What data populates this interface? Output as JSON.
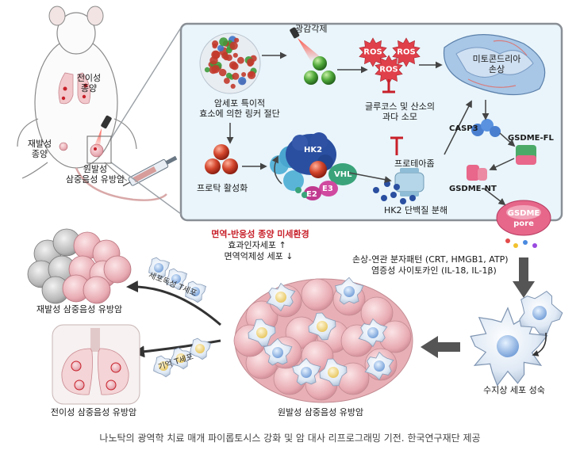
{
  "labels": {
    "metastatic_tumor": "전이성\n종양",
    "recurrent_tumor": "재발성\n종양",
    "primary_tnbc": "원발성\n삼중음성 유방암",
    "photosensitizer": "광감각제",
    "cancer_enzyme": "암세포 특이적\n효소에 의한 링커 절단",
    "protac_activation": "프로탁 활성화",
    "ros": "ROS",
    "glucose_oxygen": "글루코스 및 산소의\n과다 소모",
    "mitochondria_damage": "미토콘드리아\n손상",
    "casp3": "CASP3",
    "gsdme_fl": "GSDME-FL",
    "gsdme_nt": "GSDME-NT",
    "gsdme_pore": "GSDME\npore",
    "hk2": "HK2",
    "vhl": "VHL",
    "e3": "E3",
    "e2": "E2",
    "proteasome": "프로테아좀",
    "hk2_degradation": "HK2 단백질 분해",
    "immune_microenv": "면역-반응성 종양 미세환경",
    "effector_cells": "효과인자세포 ↑",
    "suppressor_cells": "면역억제성 세포 ↓",
    "damps": "손상-연관 분자패턴 (CRT, HMGB1, ATP)",
    "cytokines": "염증성 사이토카인 (IL-18, IL-1β)",
    "dc_maturation": "수지상 세포 성숙",
    "cytotoxic_t": "세포독성 T세포",
    "memory_t": "기억 T세포",
    "recurrent_tnbc": "재발성 삼중음성 유방암",
    "metastatic_tnbc": "전이성 삼중음성 유방암",
    "primary_tnbc_bottom": "원발성 삼중음성 유방암"
  },
  "caption": "나노탁의 광역학 치료 매개 파이롭토시스 강화 및 암 대사 리프로그래밍 기전. 한국연구재단 제공",
  "colors": {
    "panel_bg": "#e9f5fb",
    "panel_border": "#8a8f96",
    "ros": "#e0404a",
    "red_text": "#c8202a",
    "hk2_blue": "#2a4fa0",
    "vhl_green": "#3aa37a",
    "e3_pink": "#d04aa0",
    "protac_red": "#c23a2c",
    "mito_blue": "#8fb4d8",
    "cancer_pink": "#e8b0b6"
  }
}
